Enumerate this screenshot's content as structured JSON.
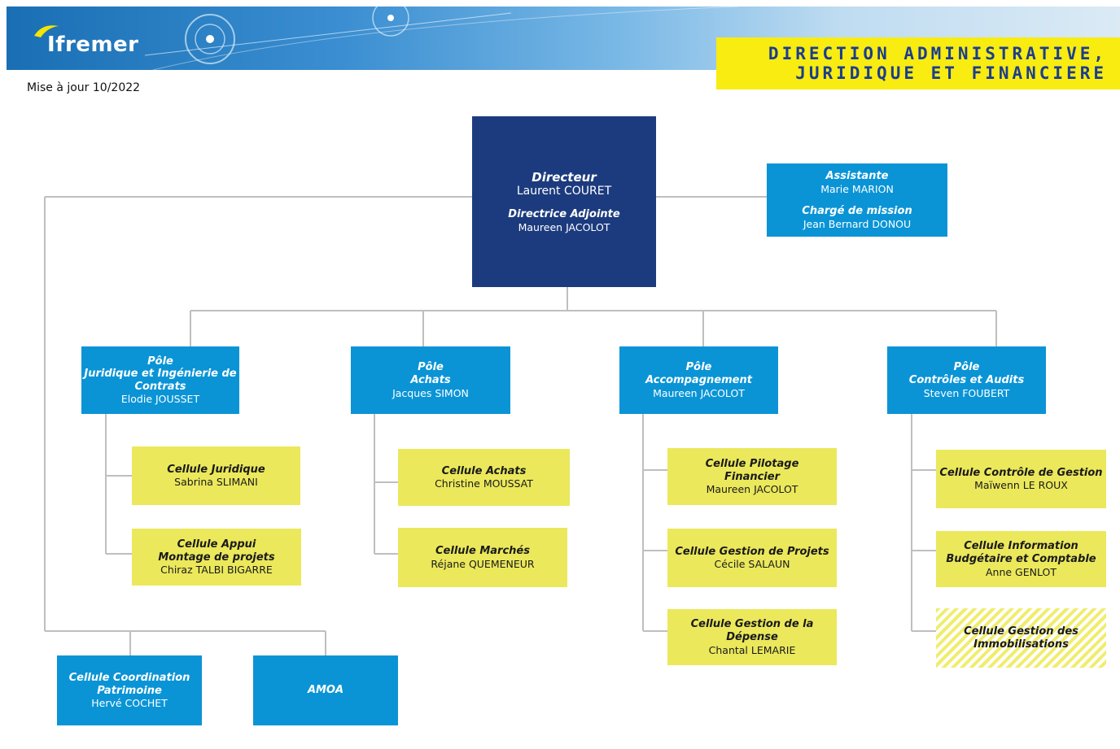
{
  "header": {
    "logo_text": "Ifremer",
    "title_line1": "DIRECTION ADMINISTRATIVE,",
    "title_line2": "JURIDIQUE ET FINANCIERE",
    "update_text": "Mise à jour 10/2022",
    "colors": {
      "banner": "#3a8ed1",
      "title_bg": "#f8ec11",
      "title_text": "#1b3d8e"
    }
  },
  "director": {
    "title": "Directeur",
    "name": "Laurent COURET",
    "deputy_title": "Directrice Adjointe",
    "deputy_name": "Maureen JACOLOT"
  },
  "staff": {
    "assistant_title": "Assistante",
    "assistant_name": "Marie MARION",
    "mission_title": "Chargé de mission",
    "mission_name": "Jean Bernard DONOU"
  },
  "poles": [
    {
      "label": "Pôle",
      "title": "Juridique et Ingénierie de Contrats",
      "name": "Elodie JOUSSET"
    },
    {
      "label": "Pôle",
      "title": "Achats",
      "name": "Jacques SIMON"
    },
    {
      "label": "Pôle",
      "title": "Accompagnement",
      "name": "Maureen JACOLOT"
    },
    {
      "label": "Pôle",
      "title": "Contrôles et Audits",
      "name": "Steven FOUBERT"
    }
  ],
  "cells": {
    "juridique": {
      "title": "Cellule Juridique",
      "name": "Sabrina SLIMANI"
    },
    "appui": {
      "title": "Cellule Appui Montage de projets",
      "name": "Chiraz TALBI BIGARRE"
    },
    "achats": {
      "title": "Cellule Achats",
      "name": "Christine MOUSSAT"
    },
    "marches": {
      "title": "Cellule Marchés",
      "name": "Réjane QUEMENEUR"
    },
    "pilotage": {
      "title": "Cellule Pilotage Financier",
      "name": "Maureen JACOLOT"
    },
    "gestion_projets": {
      "title": "Cellule Gestion de Projets",
      "name": "Cécile SALAUN"
    },
    "depense": {
      "title": "Cellule Gestion de la Dépense",
      "name": "Chantal LEMARIE"
    },
    "controle_gestion": {
      "title": "Cellule Contrôle de Gestion",
      "name": "Maïwenn LE ROUX"
    },
    "information": {
      "title": "Cellule Information Budgétaire et Comptable",
      "name": "Anne GENLOT"
    },
    "immobilisations": {
      "title": "Cellule Gestion des Immobilisations"
    },
    "patrimoine": {
      "title": "Cellule Coordination Patrimoine",
      "name": "Hervé COCHET"
    },
    "amoa": {
      "title": "AMOA"
    }
  }
}
